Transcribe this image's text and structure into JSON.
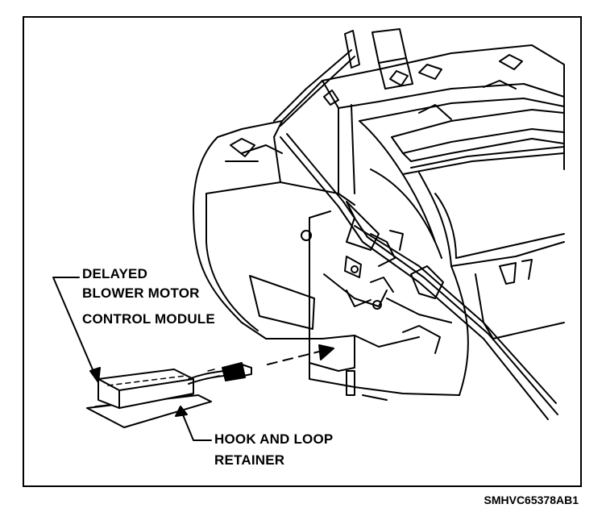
{
  "callouts": {
    "module": [
      "DELAYED",
      "BLOWER MOTOR",
      "CONTROL MODULE"
    ],
    "retainer": [
      "HOOK AND LOOP",
      "RETAINER"
    ]
  },
  "figure_code": "SMHVC65378AB1"
}
